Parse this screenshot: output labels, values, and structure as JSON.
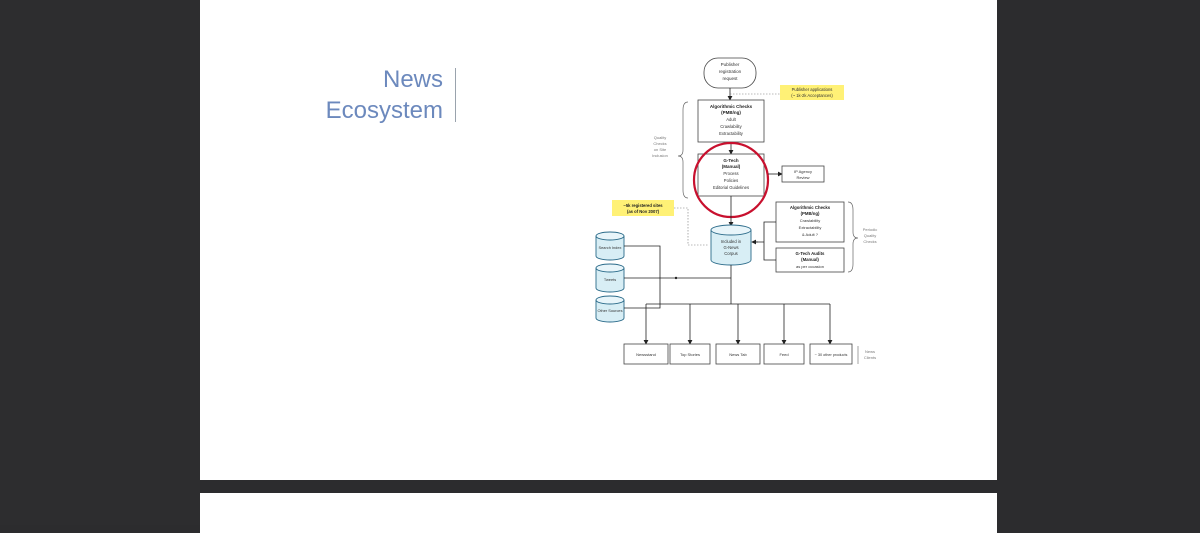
{
  "slide": {
    "title_line1": "News",
    "title_line2": "Ecosystem"
  },
  "diagram": {
    "start": [
      "Publisher",
      "registration",
      "request"
    ],
    "publisher_apps": [
      "Publisher applications",
      "(~ 1k-2k Acceptances)"
    ],
    "algo_checks_1": {
      "title": [
        "Algorithmic Checks",
        "(PMB/ng)"
      ],
      "items": [
        "Adult",
        "Crawlability",
        "Extractability"
      ]
    },
    "quality_checks_left": [
      "Quality",
      "Checks",
      "on Site",
      "Inclusion"
    ],
    "gtech_manual": {
      "title": [
        "G-Tech",
        "(Manual)"
      ],
      "items": [
        "Process",
        "Policies",
        "Editorial Guidelines"
      ]
    },
    "agency_review": [
      "IP Agency",
      "Review"
    ],
    "registered_sites": [
      "~5k registered sites",
      "(as of Nov 2007)"
    ],
    "algo_checks_2": {
      "title": [
        "Algorithmic Checks",
        "(PMB/ng)"
      ],
      "items": [
        "Crawlability",
        "Extractability",
        "& Adult ?"
      ]
    },
    "gtech_audits": {
      "title": [
        "G-Tech Audits",
        "(Manual)"
      ],
      "items": [
        "as per occasion"
      ]
    },
    "periodic_checks": [
      "Periodic",
      "Quality",
      "Checks"
    ],
    "included_corpus": [
      "Included in",
      "G-News",
      "Corpus"
    ],
    "sources": [
      "Search Index",
      "Tweets",
      "Other Sources"
    ],
    "outputs": [
      "Newsstand",
      "Top Stories",
      "News Tab",
      "Feed",
      "~ 30 other products"
    ],
    "news_clients": [
      "News",
      "Clients"
    ]
  },
  "colors": {
    "title_text": "#6c89bd",
    "highlight": "#fff176",
    "circle": "#c8102e",
    "cylinder_fill": "#d8eef5",
    "cylinder_stroke": "#2b6b8a",
    "background": "#2c2c2e"
  }
}
